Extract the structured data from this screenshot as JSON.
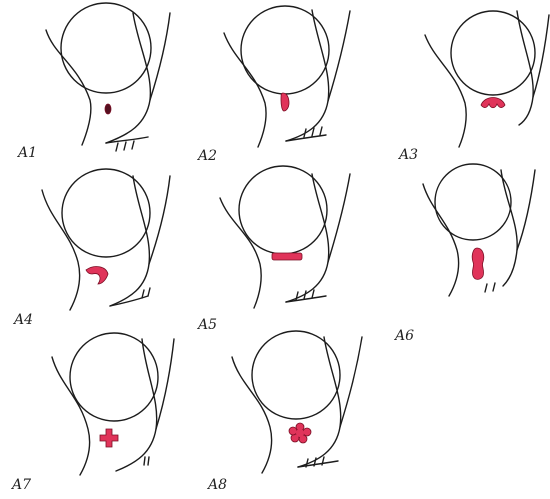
{
  "diagram": {
    "mark_color": "#e0345a",
    "panels": [
      {
        "id": "A1",
        "label": "A1",
        "mark": "small dark dot"
      },
      {
        "id": "A2",
        "label": "A2",
        "mark": "small vertical drop"
      },
      {
        "id": "A3",
        "label": "A3",
        "mark": "crescent"
      },
      {
        "id": "A4",
        "label": "A4",
        "mark": "curved crescent"
      },
      {
        "id": "A5",
        "label": "A5",
        "mark": "horizontal bar"
      },
      {
        "id": "A6",
        "label": "A6",
        "mark": "elongated drop"
      },
      {
        "id": "A7",
        "label": "A7",
        "mark": "cross"
      },
      {
        "id": "A8",
        "label": "A8",
        "mark": "rosette"
      }
    ]
  }
}
